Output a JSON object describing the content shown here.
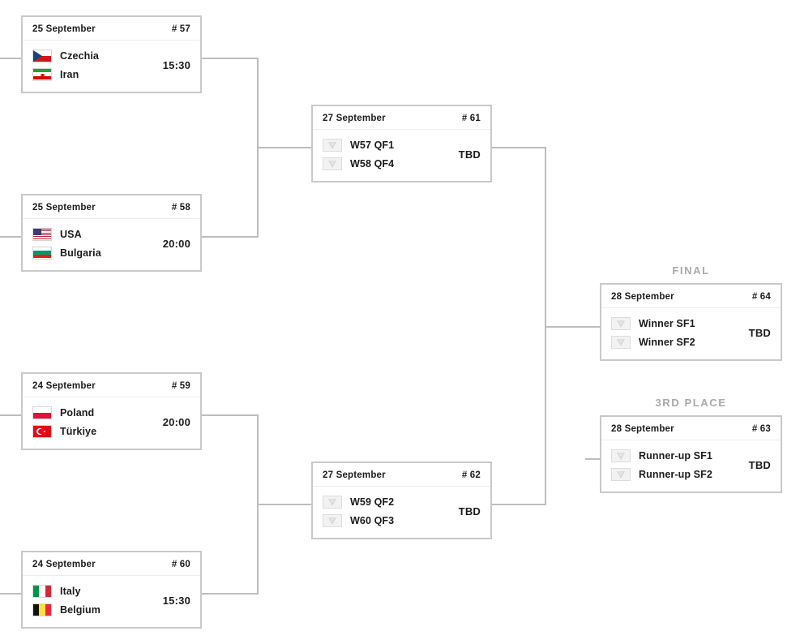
{
  "bracket": {
    "sections": [
      {
        "id": "final",
        "label": "FINAL"
      },
      {
        "id": "third_place",
        "label": "3RD PLACE"
      }
    ],
    "quarterfinals": [
      {
        "date": "25 September",
        "number": "# 57",
        "time": "15:30",
        "teams": [
          {
            "name": "Czechia",
            "flag": "cz"
          },
          {
            "name": "Iran",
            "flag": "ir"
          }
        ]
      },
      {
        "date": "25 September",
        "number": "# 58",
        "time": "20:00",
        "teams": [
          {
            "name": "USA",
            "flag": "us"
          },
          {
            "name": "Bulgaria",
            "flag": "bg"
          }
        ]
      },
      {
        "date": "24 September",
        "number": "# 59",
        "time": "20:00",
        "teams": [
          {
            "name": "Poland",
            "flag": "pl"
          },
          {
            "name": "Türkiye",
            "flag": "tr"
          }
        ]
      },
      {
        "date": "24 September",
        "number": "# 60",
        "time": "15:30",
        "teams": [
          {
            "name": "Italy",
            "flag": "it"
          },
          {
            "name": "Belgium",
            "flag": "be"
          }
        ]
      }
    ],
    "semifinals": [
      {
        "date": "27 September",
        "number": "# 61",
        "time": "TBD",
        "teams": [
          {
            "name": "W57 QF1",
            "flag": "placeholder"
          },
          {
            "name": "W58 QF4",
            "flag": "placeholder"
          }
        ]
      },
      {
        "date": "27 September",
        "number": "# 62",
        "time": "TBD",
        "teams": [
          {
            "name": "W59 QF2",
            "flag": "placeholder"
          },
          {
            "name": "W60 QF3",
            "flag": "placeholder"
          }
        ]
      }
    ],
    "final": {
      "date": "28 September",
      "number": "# 64",
      "time": "TBD",
      "teams": [
        {
          "name": "Winner SF1",
          "flag": "placeholder"
        },
        {
          "name": "Winner SF2",
          "flag": "placeholder"
        }
      ]
    },
    "third_place": {
      "date": "28 September",
      "number": "# 63",
      "time": "TBD",
      "teams": [
        {
          "name": "Runner-up SF1",
          "flag": "placeholder"
        },
        {
          "name": "Runner-up SF2",
          "flag": "placeholder"
        }
      ]
    },
    "colors": {
      "connector": "#bdbdbd",
      "card_border": "#c9c9c9",
      "section_title": "#a9a9a9",
      "text": "#1b1b1b",
      "placeholder_bg": "#f2f2f2"
    }
  }
}
